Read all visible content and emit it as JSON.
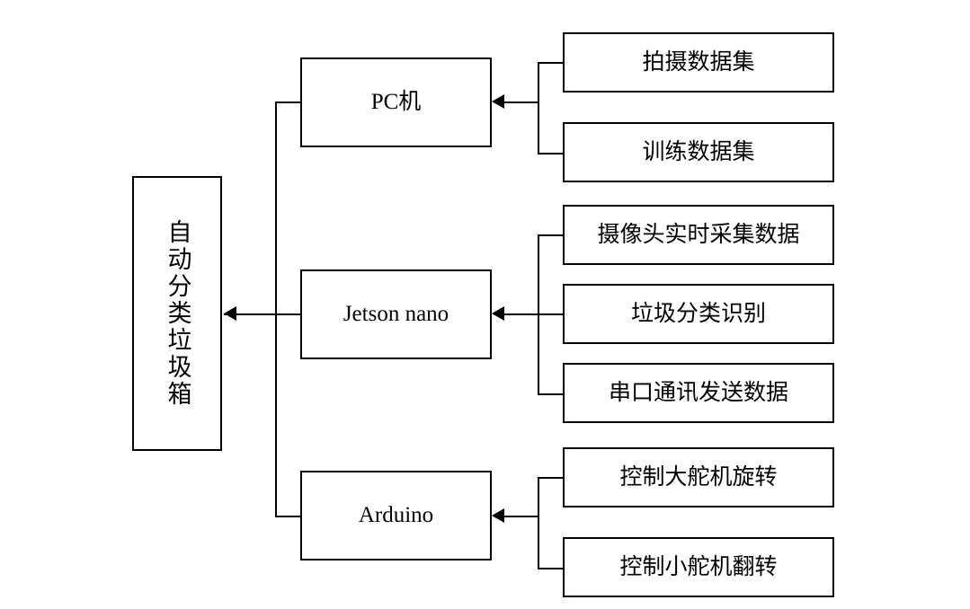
{
  "diagram": {
    "type": "block-flow-diagram",
    "orientation": "right-to-left",
    "root": {
      "label": "自动分类垃圾箱"
    },
    "levels": [
      {
        "label": "PC机",
        "children": [
          {
            "label": "拍摄数据集"
          },
          {
            "label": "训练数据集"
          }
        ]
      },
      {
        "label": "Jetson nano",
        "children": [
          {
            "label": "摄像头实时采集数据"
          },
          {
            "label": "垃圾分类识别"
          },
          {
            "label": "串口通讯发送数据"
          }
        ]
      },
      {
        "label": "Arduino",
        "children": [
          {
            "label": "控制大舵机旋转"
          },
          {
            "label": "控制小舵机翻转"
          }
        ]
      }
    ],
    "colors": {
      "stroke": "#000000",
      "fill": "#ffffff",
      "text": "#000000"
    }
  }
}
